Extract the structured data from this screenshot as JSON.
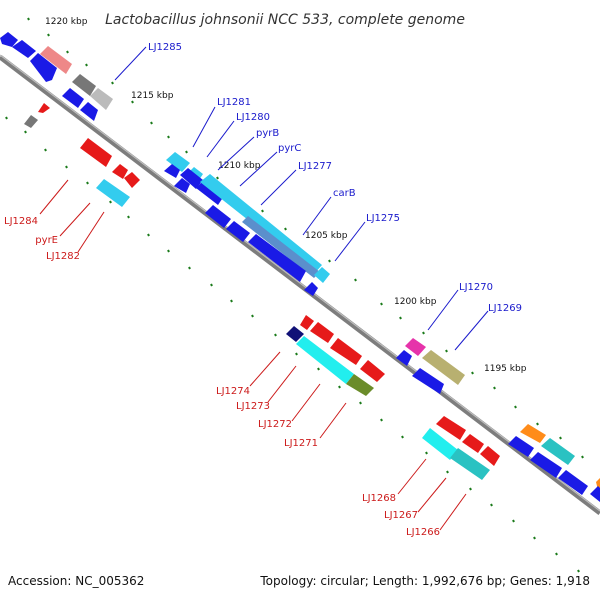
{
  "title": "Lactobacillus johnsonii NCC 533, complete genome",
  "footer": {
    "accession": "Accession: NC_005362",
    "topology": "Topology: circular; Length: 1,992,676 bp; Genes: 1,918"
  },
  "ticks": {
    "t1220": "1220 kbp",
    "t1215": "1215 kbp",
    "t1210": "1210 kbp",
    "t1205": "1205 kbp",
    "t1200": "1200 kbp",
    "t1195": "1195 kbp"
  },
  "labels_forward": {
    "lj1285": "LJ1285",
    "lj1281": "LJ1281",
    "lj1280": "LJ1280",
    "pyrB": "pyrB",
    "pyrC": "pyrC",
    "lj1277": "LJ1277",
    "carB": "carB",
    "lj1275": "LJ1275",
    "lj1270": "LJ1270",
    "lj1269": "LJ1269"
  },
  "labels_reverse": {
    "lj1284": "LJ1284",
    "pyrE": "pyrE",
    "lj1282": "LJ1282",
    "lj1274": "LJ1274",
    "lj1273": "LJ1273",
    "lj1272": "LJ1272",
    "lj1271": "LJ1271",
    "lj1268": "LJ1268",
    "lj1267": "LJ1267",
    "lj1266": "LJ1266"
  },
  "colors": {
    "backbone": "#888888",
    "forward_gene": "#1a1ae6",
    "reverse_gene": "#e61a1a",
    "highlight_cyan": "#33ccee",
    "olive": "#b8b070",
    "dark_olive": "#6b8c2a",
    "magenta": "#e633aa",
    "orange": "#ff8c1a",
    "teal": "#2ac2c2",
    "pink": "#ee8888",
    "gray": "#777777",
    "light_gray": "#bbbbbb",
    "label_forward": "#1a1acc",
    "label_reverse": "#cc1a1a",
    "tick_green": "#1a7a1a"
  }
}
